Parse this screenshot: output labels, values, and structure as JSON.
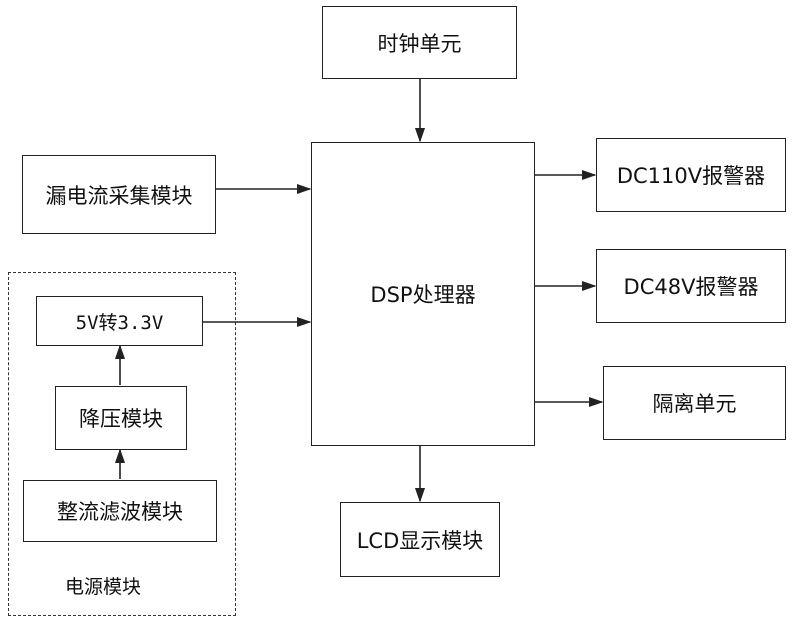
{
  "diagram": {
    "clock_unit": "时钟单元",
    "leakage_module": "漏电流采集模块",
    "dsp": "DSP处理器",
    "alarm_110": "DC110V报警器",
    "alarm_48": "DC48V报警器",
    "isolation_unit": "隔离单元",
    "lcd_module": "LCD显示模块",
    "power_group": {
      "label": "电源模块",
      "converter": "5V转3.3V",
      "buck": "降压模块",
      "rectifier_filter": "整流滤波模块"
    }
  },
  "colors": {
    "line": "#222222",
    "background": "#ffffff"
  }
}
